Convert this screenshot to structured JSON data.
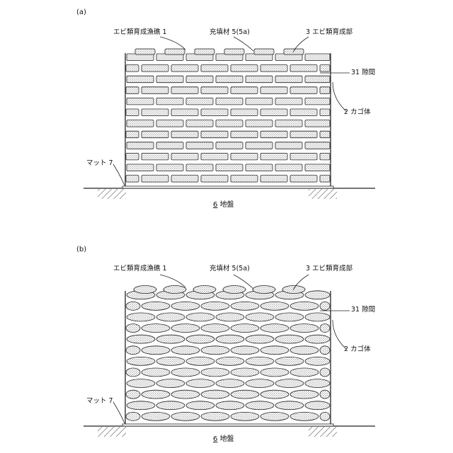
{
  "figures": [
    {
      "tag": "(a)",
      "labels": {
        "reef": "エビ類育成漁礁 1",
        "filler": "充填材 5(5a)",
        "zone": "3 エビ類育成部",
        "gap": "31 隙間",
        "cage": "2 カゴ体",
        "mat": "マット 7",
        "ground_num": "6",
        "ground": "地盤"
      },
      "brick_style": "rectangular"
    },
    {
      "tag": "(b)",
      "labels": {
        "reef": "エビ類育成漁礁 1",
        "filler": "充填材 5(5a)",
        "zone": "3 エビ類育成部",
        "gap": "31 隙間",
        "cage": "2 カゴ体",
        "mat": "マット 7",
        "ground_num": "6",
        "ground": "地盤"
      },
      "brick_style": "rounded"
    }
  ],
  "colors": {
    "line": "#222222",
    "fill_pattern": "#9a9a9a"
  }
}
